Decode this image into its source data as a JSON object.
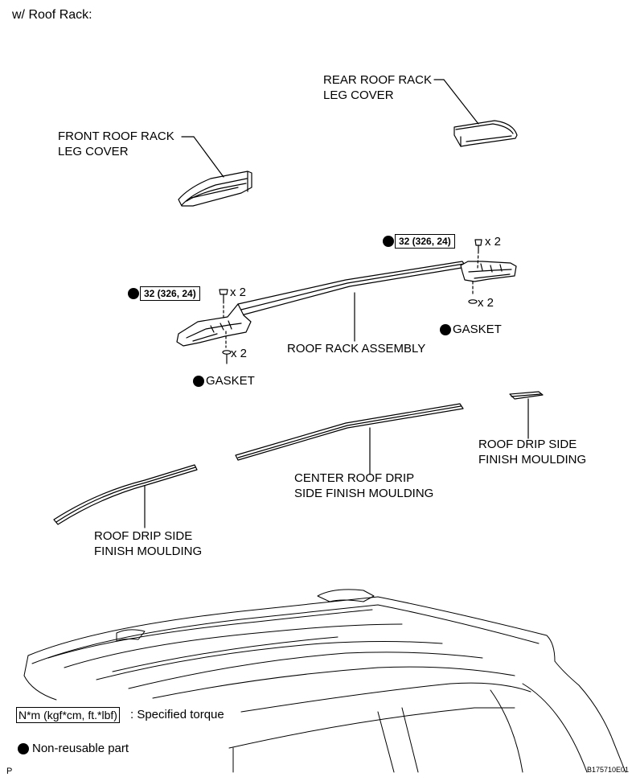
{
  "header": {
    "title": "w/ Roof Rack:"
  },
  "labels": {
    "rear_leg_cover": [
      "REAR ROOF RACK",
      "LEG COVER"
    ],
    "front_leg_cover": [
      "FRONT ROOF RACK",
      "LEG COVER"
    ],
    "roof_rack_assembly": "ROOF RACK ASSEMBLY",
    "gasket_right": "GASKET",
    "gasket_left": "GASKET",
    "center_moulding": [
      "CENTER ROOF DRIP",
      "SIDE FINISH MOULDING"
    ],
    "rear_moulding": [
      "ROOF DRIP SIDE",
      "FINISH MOULDING"
    ],
    "front_moulding": [
      "ROOF DRIP SIDE",
      "FINISH MOULDING"
    ]
  },
  "torque": {
    "right_value": "32 (326, 24)",
    "left_value": "32 (326, 24)",
    "right_bolt_qty": "x 2",
    "left_bolt_qty": "x 2",
    "right_gasket_qty": "x 2",
    "left_gasket_qty": "x 2"
  },
  "legend": {
    "torque_unit": "N*m (kgf*cm, ft.*lbf)",
    "torque_desc": ": Specified torque",
    "nonreusable": "Non-reusable part"
  },
  "footer": {
    "page_letter": "P",
    "figure_code": "B175710E01"
  }
}
